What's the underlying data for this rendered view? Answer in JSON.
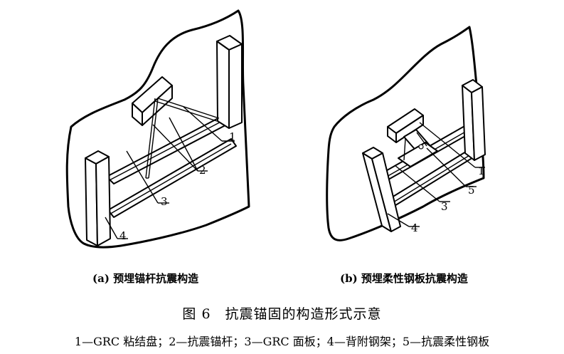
{
  "diagram_a": {
    "caption": "(a) 预埋锚杆抗震构造",
    "labels": [
      "1",
      "2",
      "3",
      "4"
    ]
  },
  "diagram_b": {
    "caption": "(b) 预埋柔性钢板抗震构造",
    "labels": [
      "1",
      "5",
      "3",
      "4"
    ]
  },
  "figure_title": "图 6　抗震锚固的构造形式示意",
  "legend": "1—GRC 粘结盘；2—抗震锚杆；3—GRC 面板；4—背附钢架；5—抗震柔性钢板"
}
